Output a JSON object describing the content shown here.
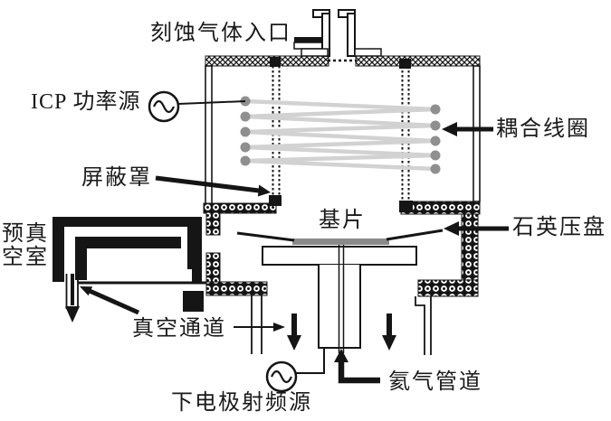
{
  "diagram": {
    "labels": {
      "etch_gas_inlet": "刻蚀气体入口",
      "icp_power_source": "ICP 功率源",
      "coupling_coil": "耦合线圈",
      "shield_cover": "屏蔽罩",
      "pre_vacuum_chamber": "预真空室",
      "substrate": "基片",
      "quartz_clamp_plate": "石英压盘",
      "vacuum_channel": "真空通道",
      "helium_pipe": "氦气管道",
      "lower_electrode_rf_source": "下电极射频源"
    },
    "icons": {
      "ac_source": "sine-wave-in-circle",
      "arrow": "solid-black-arrow"
    },
    "colors": {
      "ink": "#1a1a1a",
      "coil_line": "#d2d2d2",
      "coil_dot": "#8f8f8f",
      "substrate_fill": "#8a8a8a",
      "background": "#ffffff"
    }
  }
}
